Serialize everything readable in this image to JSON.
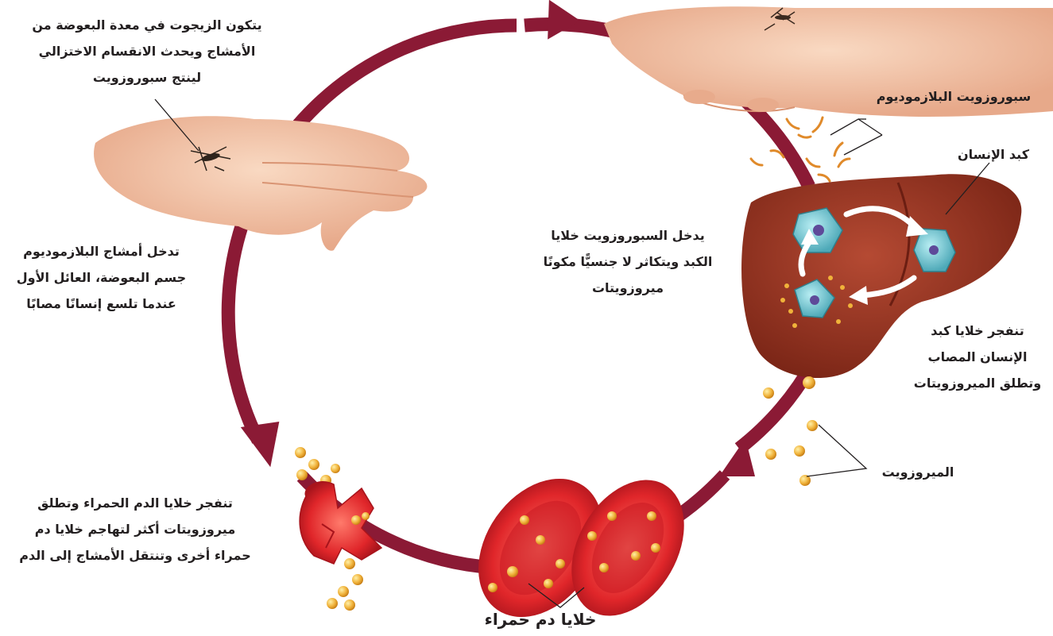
{
  "colors": {
    "cycle_arrow": "#8b1a35",
    "liver": "#9b3222",
    "red_blood_cell": "#e0262a",
    "merozoite": "#e8a52a",
    "liver_cell": "#5fb6c4",
    "skin": "#f2c4a6",
    "text": "#231f20"
  },
  "icons": [
    "arrow-icon",
    "hand-with-mosquito-icon",
    "liver-icon",
    "red-blood-cell-icon",
    "merozoite-icon",
    "sporozoite-icon"
  ],
  "labels": {
    "zygote": [
      "يتكون الزيجوت في معدة البعوضة من",
      "الأمشاج ويحدث الانقسام الاختزالي",
      "لينتج سبوروزويت"
    ],
    "sporozoites": "سبوروزويت البلازموديوم",
    "human_liver": "كبد الإنسان",
    "gametes_enter": [
      "تدخل أمشاج البلازموديوم",
      "جسم البعوضة، العائل الأول",
      "عندما تلسع إنسانًا مصابًا"
    ],
    "enter_liver": [
      "يدخل السبوروزويت خلايا",
      "الكبد ويتكاثر لا جنسيًّا مكونًا",
      "ميروزويتات"
    ],
    "liver_burst": [
      "تنفجر خلايا كبد",
      "الإنسان المصاب",
      "وتطلق الميروزويتات"
    ],
    "merozoites": "الميروزويت",
    "rbc_burst": [
      "تنفجر خلايا الدم الحمراء وتطلق",
      "ميروزويتات أكثر لتهاجم خلايا دم",
      "حمراء أخرى وتنتقل الأمشاج إلى الدم"
    ],
    "red_cells": "خلايا دم حمراء"
  }
}
